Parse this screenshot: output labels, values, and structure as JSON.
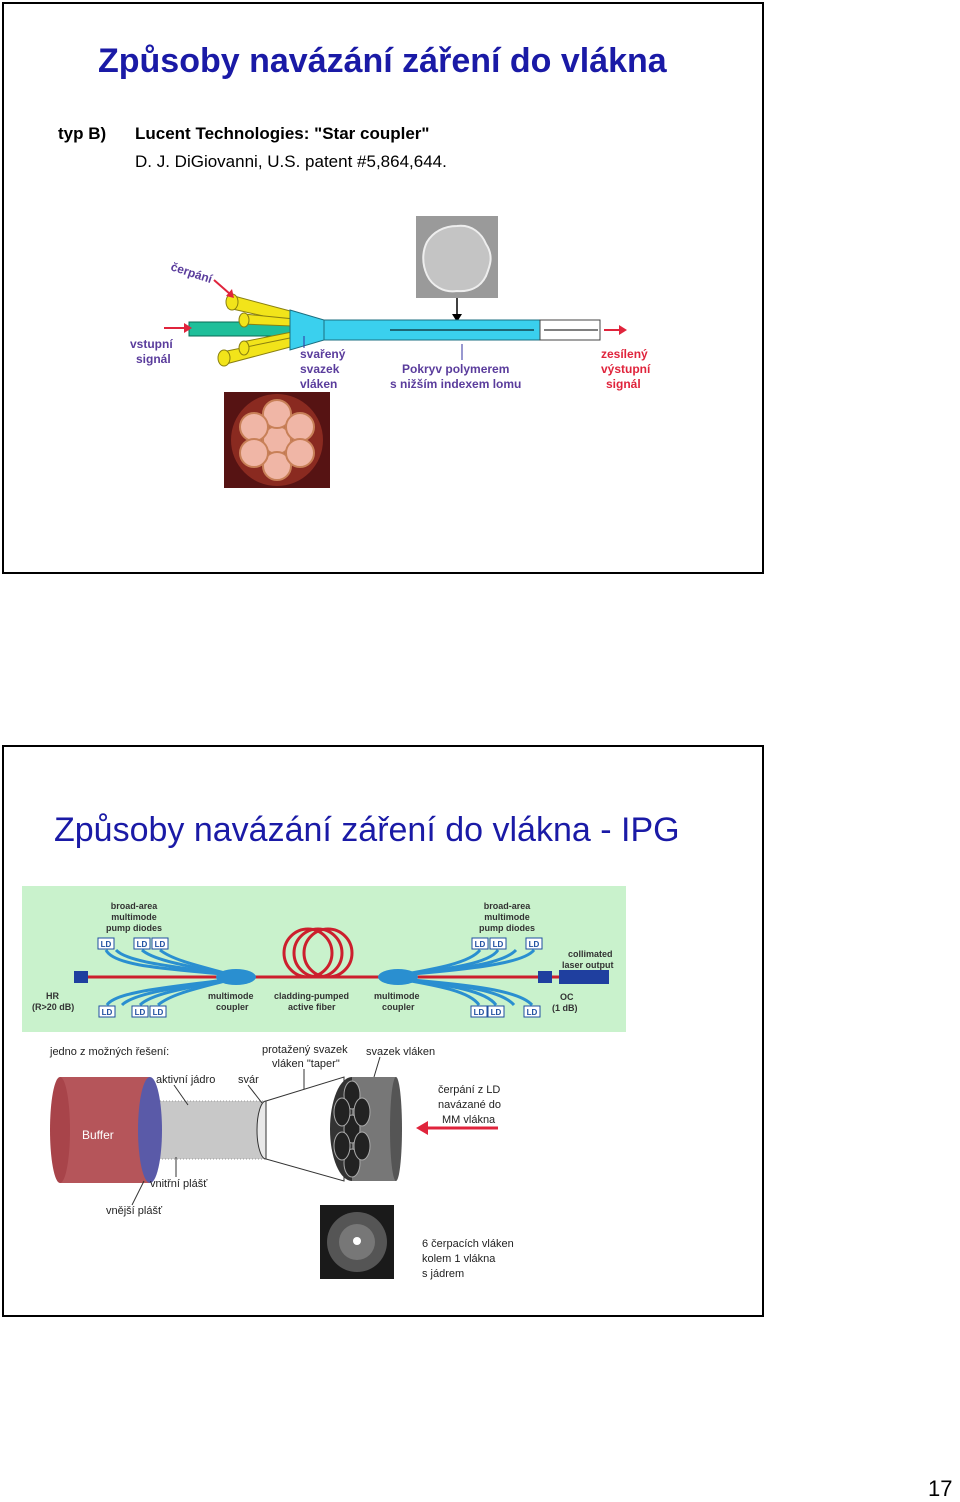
{
  "slide1": {
    "title": "Způsoby navázání záření do vlákna",
    "type_label": "typ B)",
    "line1": "Lucent Technologies:  \"Star coupler\"",
    "line2": "D. J. DiGiovanni, U.S. patent #5,864,644.",
    "figure": {
      "pump_label": "čerpání",
      "input_label_1": "vstupní",
      "input_label_2": "signál",
      "bundle_label_1": "svařený",
      "bundle_label_2": "svazek",
      "bundle_label_3": "vláken",
      "coating_label_1": "Pokryv polymerem",
      "coating_label_2": "s nižším indexem lomu",
      "output_label_1": "zesílený",
      "output_label_2": "výstupní",
      "output_label_3": "signál"
    }
  },
  "slide2": {
    "title": "Způsoby navázání záření do vlákna - IPG",
    "top_figure": {
      "pump_diodes_left": [
        "broad-area",
        "multimode",
        "pump diodes"
      ],
      "pump_diodes_right": [
        "broad-area",
        "multimode",
        "pump diodes"
      ],
      "ld": "LD",
      "hr_label": [
        "HR",
        "(R>20 dB)"
      ],
      "coupler_left": [
        "multimode",
        "coupler"
      ],
      "active_fiber": [
        "cladding-pumped",
        "active fiber"
      ],
      "coupler_right": [
        "multimode",
        "coupler"
      ],
      "oc_label": [
        "OC",
        "(1 dB)"
      ],
      "laser_output": [
        "collimated",
        "laser output"
      ]
    },
    "bottom_figure": {
      "one_solution": "jedno z možných řešení:",
      "taper_label": [
        "protažený svazek",
        "vláken \"taper\""
      ],
      "bundle_label": "svazek vláken",
      "active_core": "aktivní jádro",
      "weld": "svár",
      "buffer": "Buffer",
      "inner_cladding": "vnitřní plášť",
      "outer_cladding": "vnější plášť",
      "pump_from_ld": [
        "čerpání z LD",
        "navázané do",
        "MM vlákna"
      ],
      "six_fibers": [
        "6 čerpacích vláken",
        "kolem 1 vlákna",
        "s jádrem"
      ]
    }
  },
  "page_number": "17",
  "colors": {
    "title_blue": "#1a1aa6",
    "label_purple": "#5a3c9c",
    "label_red": "#e0243c",
    "diagram_green_bg": "#c9f2cc",
    "fiber_red": "#cc1f2d",
    "fiber_blue": "#2a8fd0"
  }
}
